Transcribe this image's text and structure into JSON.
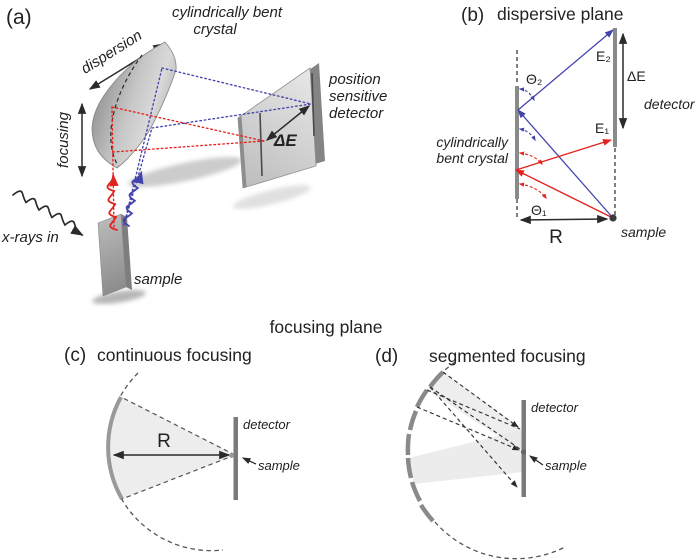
{
  "panel_a": {
    "label": "(a)",
    "crystal_caption": [
      "cylindrically bent",
      "crystal"
    ],
    "dispersion_label": "dispersion",
    "focusing_label": "focusing",
    "xrays_label": "x-rays in",
    "sample_label": "sample",
    "detector_caption": [
      "position",
      "sensitive",
      "detector"
    ],
    "delta_e_label": "ΔE"
  },
  "panel_b": {
    "label": "(b)",
    "title": "dispersive plane",
    "theta_2": "Θ₂",
    "theta_1": "Θ₁",
    "e_2": "E₂",
    "e_1": "E₁",
    "delta_e": "ΔE",
    "detector_label": "detector",
    "crystal_caption": [
      "cylindrically",
      "bent crystal"
    ],
    "radius_label": "R",
    "sample_label": "sample"
  },
  "header": {
    "focusing_plane": "focusing plane"
  },
  "panel_c": {
    "label": "(c)",
    "title": "continuous focusing",
    "radius_label": "R",
    "detector_label": "detector",
    "sample_label": "sample"
  },
  "panel_d": {
    "label": "(d)",
    "title": "segmented focusing",
    "detector_label": "detector",
    "sample_label": "sample"
  },
  "colors": {
    "ray_red": "#e3231d",
    "ray_blue": "#4343ad",
    "crystal_gray": "#8a8a8a",
    "detector_gray": "#7a7a7a",
    "text": "#222222",
    "background": "#ffffff"
  }
}
